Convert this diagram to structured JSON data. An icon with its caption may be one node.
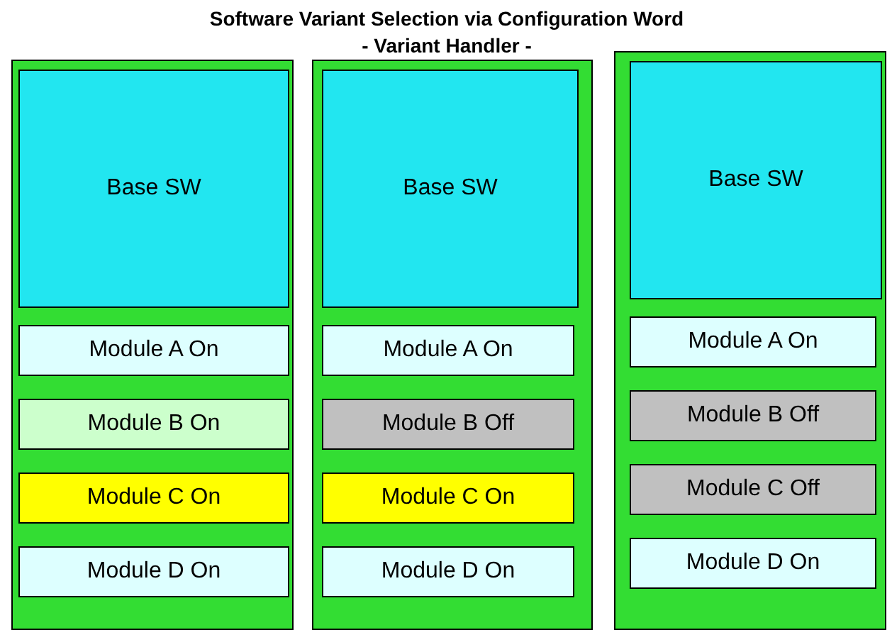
{
  "diagram": {
    "title": "Software Variant Selection via Configuration Word - Variant Handler -",
    "nodes": [
      {
        "text": [],
        "shape": "box"
      },
      {
        "text": [
          "Base SW"
        ],
        "in": 0
      },
      {
        "text": [
          "Module A On"
        ],
        "in": 0
      },
      {
        "text": [
          "Module B On"
        ],
        "in": 0
      },
      {
        "text": [
          "Module C On"
        ],
        "in": 0
      },
      {
        "text": [
          "Module D On"
        ],
        "in": 0
      },
      {
        "text": [],
        "shape": "box"
      },
      {
        "text": [
          "Base SW"
        ],
        "in": 6
      },
      {
        "text": [
          "Module A On"
        ],
        "in": 6
      },
      {
        "text": [
          "Module B Off"
        ],
        "in": 6
      },
      {
        "text": [
          "Module C On"
        ],
        "in": 6
      },
      {
        "text": [
          "Module D On"
        ],
        "in": 6
      },
      {
        "text": [],
        "shape": "box"
      },
      {
        "text": [
          "Base SW"
        ],
        "in": 12
      },
      {
        "text": [
          "Module A On"
        ],
        "in": 12
      },
      {
        "text": [
          "Module B Off"
        ],
        "in": 12
      },
      {
        "text": [
          "Module C Off"
        ],
        "in": 12
      },
      {
        "text": [
          "Module D On"
        ],
        "in": 12
      }
    ]
  }
}
